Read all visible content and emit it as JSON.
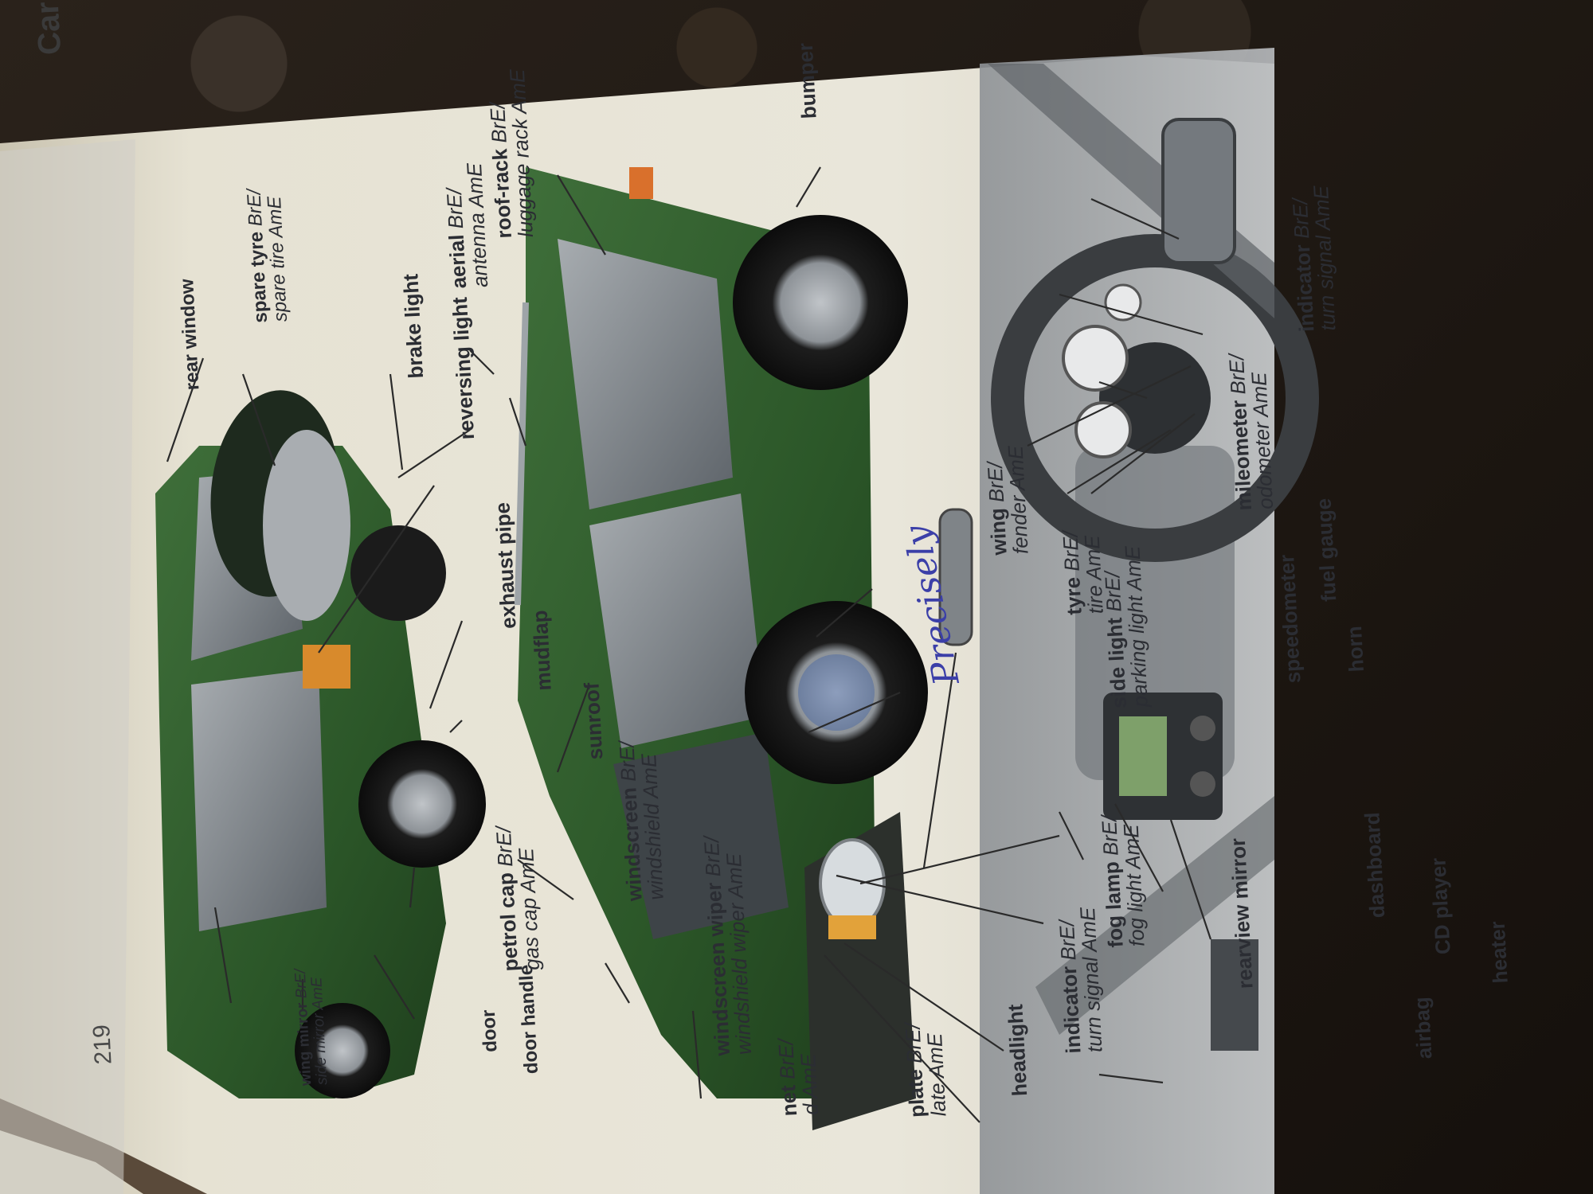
{
  "page": {
    "title": "Car",
    "number": "219",
    "handwritten_note": "Precisely"
  },
  "labels": {
    "rear_window": {
      "main": "rear window"
    },
    "spare_tyre": {
      "main": "spare tyre",
      "bre": "BrE/",
      "am": "spare tire AmE"
    },
    "brake_light": {
      "main": "brake light"
    },
    "aerial": {
      "main": "aerial",
      "bre": "BrE/",
      "am": "antenna AmE"
    },
    "roof_rack": {
      "main": "roof-rack",
      "bre": "BrE/",
      "am": "luggage rack AmE"
    },
    "reversing_light": {
      "main": "reversing light"
    },
    "bumper": {
      "main": "bumper"
    },
    "exhaust_pipe": {
      "main": "exhaust pipe"
    },
    "mudflap": {
      "main": "mudflap"
    },
    "sunroof": {
      "main": "sunroof"
    },
    "wing": {
      "main": "wing",
      "bre": "BrE/",
      "am": "fender AmE"
    },
    "tyre": {
      "main": "tyre",
      "bre": "BrE/",
      "am": "tire AmE"
    },
    "side_light": {
      "main": "side light",
      "bre": "BrE/",
      "am": "parking light AmE"
    },
    "wing_mirror": {
      "main": "wing mirror",
      "bre": "BrE/",
      "am": "side mirror AmE"
    },
    "door": {
      "main": "door"
    },
    "door_handle": {
      "main": "door handle"
    },
    "petrol_cap": {
      "main": "petrol cap",
      "bre": "BrE/",
      "am": "gas cap AmE"
    },
    "windscreen": {
      "main": "windscreen",
      "bre": "BrE/",
      "am": "windshield AmE"
    },
    "windscreen_wiper": {
      "main": "windscreen wiper",
      "bre": "BrE/",
      "am": "windshield wiper AmE"
    },
    "bonnet": {
      "main": "net",
      "bre": "BrE/",
      "am": "d AmE"
    },
    "number_plate": {
      "main": "plate",
      "bre": "BrE/",
      "am": "late AmE"
    },
    "headlight": {
      "main": "headlight"
    },
    "indicator_front": {
      "main": "indicator",
      "bre": "BrE/",
      "am": "turn signal AmE"
    },
    "fog_lamp": {
      "main": "fog lamp",
      "bre": "BrE/",
      "am": "fog light AmE"
    },
    "rearview_mirror": {
      "main": "rearview mirror"
    },
    "speedometer": {
      "main": "speedometer"
    },
    "horn": {
      "main": "horn"
    },
    "fuel_gauge": {
      "main": "fuel gauge"
    },
    "mileometer": {
      "main": "mileometer",
      "bre": "BrE/",
      "am": "odometer AmE"
    },
    "indicator_dash": {
      "main": "indicator",
      "bre": "BrE/",
      "am": "turn signal AmE"
    },
    "dashboard": {
      "main": "dashboard"
    },
    "cd_player": {
      "main": "CD player"
    },
    "heater": {
      "main": "heater"
    },
    "airbag": {
      "main": "airbag"
    }
  },
  "colors": {
    "paper": "#ebe8dc",
    "car_green": "#2e5a2c",
    "label_text": "#2b2d33",
    "note_ink": "#3b3fa8"
  }
}
